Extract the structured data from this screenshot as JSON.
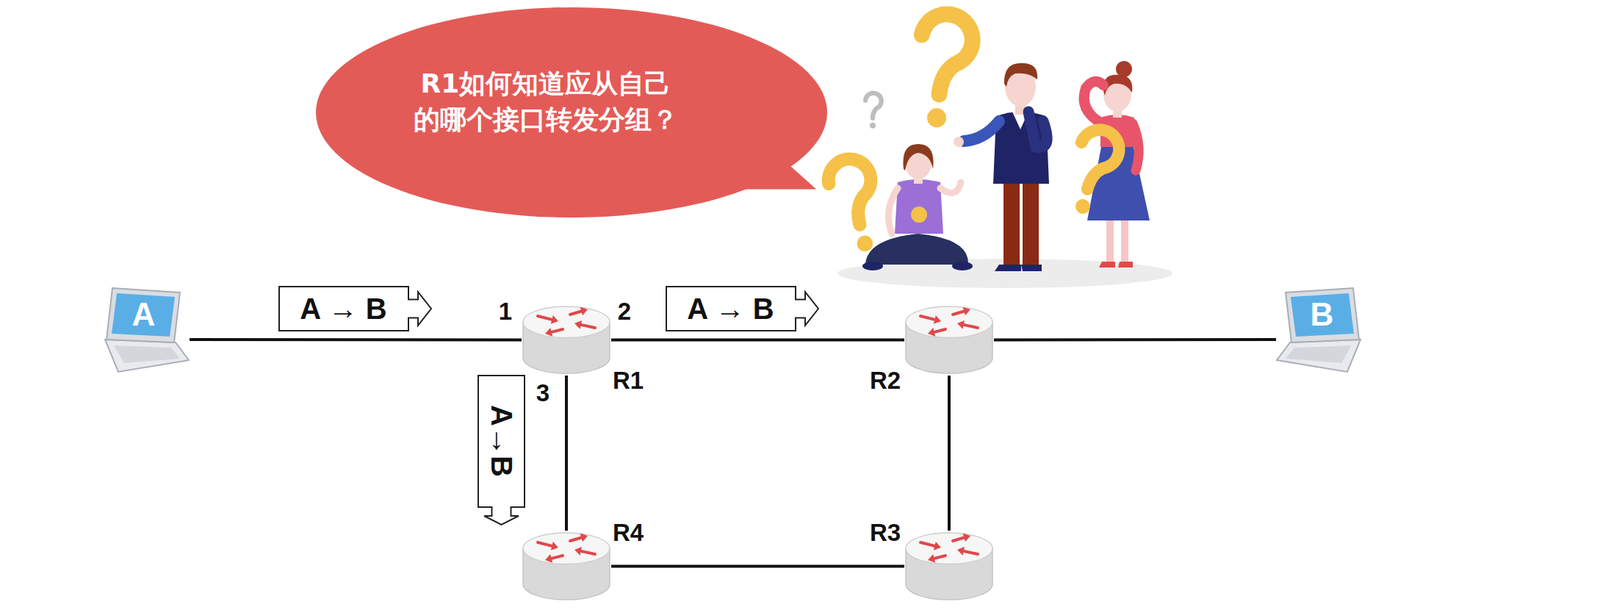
{
  "diagram": {
    "nodes": [
      {
        "text": [
          "R1如何知道应从自己 的哪个接口转发分组？"
        ]
      },
      {
        "text": [
          "A"
        ]
      },
      {
        "text": [
          "A → B"
        ]
      },
      {
        "text": [
          "R1"
        ]
      },
      {
        "text": [
          "A → B"
        ]
      },
      {
        "text": [
          "R2"
        ]
      },
      {
        "text": [
          "B"
        ]
      },
      {
        "text": [
          "A→B"
        ]
      },
      {
        "text": [
          "R4"
        ]
      },
      {
        "text": [
          "R3"
        ]
      }
    ],
    "edges": [
      {
        "from": 1,
        "to": 3,
        "arrow": "none"
      },
      {
        "from": 3,
        "to": 5,
        "arrow": "none"
      },
      {
        "from": 5,
        "to": 6,
        "arrow": "none"
      },
      {
        "from": 3,
        "to": 8,
        "arrow": "none"
      },
      {
        "from": 8,
        "to": 9,
        "arrow": "none"
      },
      {
        "from": 9,
        "to": 5,
        "arrow": "none"
      }
    ],
    "labels": [
      "1",
      "2",
      "3"
    ]
  }
}
